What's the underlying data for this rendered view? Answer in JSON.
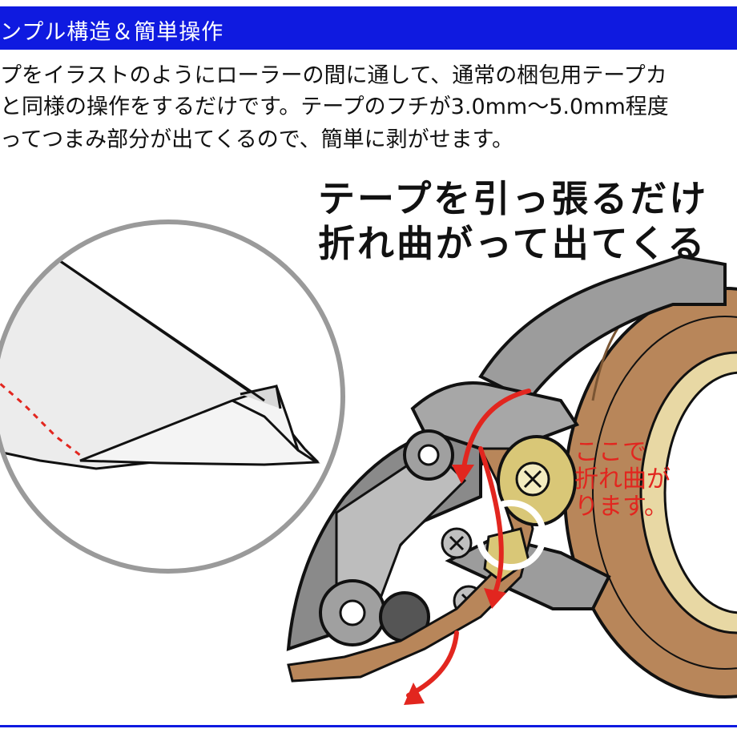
{
  "header": {
    "title": "ンプル構造＆簡単操作",
    "bg_color": "#0f1ae0",
    "text_color": "#ffffff"
  },
  "description": {
    "line1": "プをイラストのようにローラーの間に通して、通常の梱包用テープカ",
    "line2": "と同様の操作をするだけです。テープのフチが3.0mm〜5.0mm程度",
    "line3": "ってつまみ部分が出てくるので、簡単に剥がせます。"
  },
  "headline": {
    "line1": "テープを引っ張るだけ",
    "line2": "折れ曲がって出てくる"
  },
  "annotation": {
    "line1": "ここで",
    "line2": "折れ曲が",
    "line3": "ります。",
    "color": "#e2261f"
  },
  "illustration": {
    "tape_color": "#b8865a",
    "frame_color": "#8c8c8c",
    "roller_color": "#d9c777",
    "arrow_color": "#e2261f",
    "magnifier_ring_color": "#9a9a9a"
  }
}
